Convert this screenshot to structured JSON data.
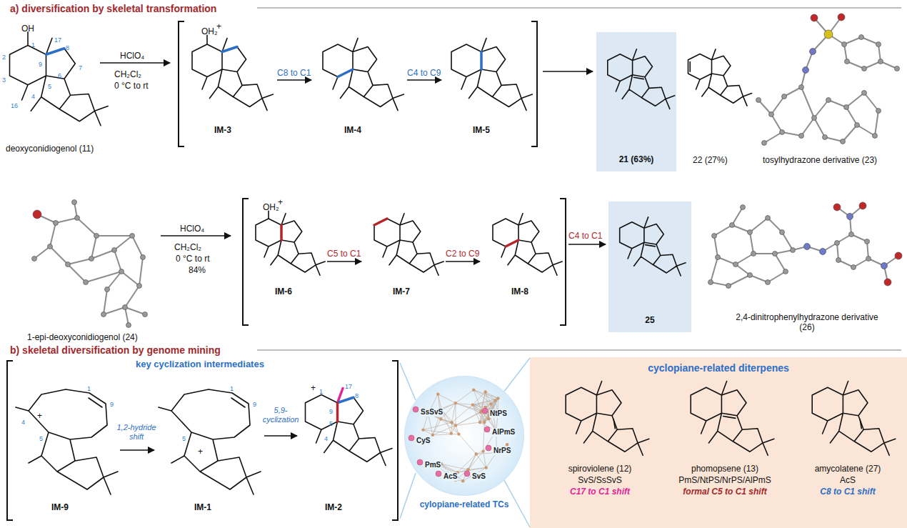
{
  "diagram": {
    "nodes": [
      {
        "text": [
          "21 (63%)"
        ]
      },
      {
        "text": [
          "25"
        ]
      },
      {
        "text": [
          "cylopiane-related TCs"
        ]
      },
      {
        "text": [
          "cyclopiane-related diterpenes"
        ]
      }
    ],
    "edges": [
      {
        "from": 2,
        "to": 3,
        "arrow": "none"
      },
      {
        "from": 2,
        "to": 3,
        "arrow": "none"
      }
    ],
    "labels": [
      "a) diversification by skeletal transformation",
      "OH",
      "1",
      "17",
      "9",
      "8",
      "2",
      "3",
      "4",
      "5",
      "6",
      "7",
      "16",
      "HClO₄",
      "CH₂Cl₂",
      "0 °C to rt",
      "deoxyconidiogenol (11)",
      "OH₂",
      "+",
      "IM-3",
      "C8 to C1",
      "IM-4",
      "C4 to C9",
      "IM-5",
      "22 (27%)",
      "tosylhydrazone derivative (23)",
      "1-epi-deoxyconidiogenol (24)",
      "HClO₄",
      "CH₂Cl₂",
      "0 °C to rt",
      "84%",
      "OH₂",
      "+",
      "IM-6",
      "C5 to C1",
      "IM-7",
      "C2 to C9",
      "IM-8",
      "C4 to C1",
      "2,4-dinitrophenylhydrazone derivative (26)",
      "b) skeletal diversification by genome mining",
      "key cyclization intermediates",
      "4",
      "+",
      "1",
      "9",
      "5",
      "1",
      "9",
      "5",
      "+",
      "17",
      "8",
      "1",
      "+",
      "9",
      "5",
      "4",
      "IM-9",
      "IM-1",
      "IM-2",
      "1,2-hydride shift",
      "5,9-cyclization",
      "SsSvS",
      "NtPS",
      "AlPmS",
      "CyS",
      "NrPS",
      "PmS",
      "AcS",
      "SvS",
      "spiroviolene (12)",
      "SvS/SsSvS",
      "C17 to C1 shift",
      "phomopsene (13)",
      "PmS/NtPS/NrPS/AlPmS",
      "formal C5 to C1 shift",
      "amycolatene (27)",
      "AcS",
      "C8 to C1 shift"
    ]
  }
}
